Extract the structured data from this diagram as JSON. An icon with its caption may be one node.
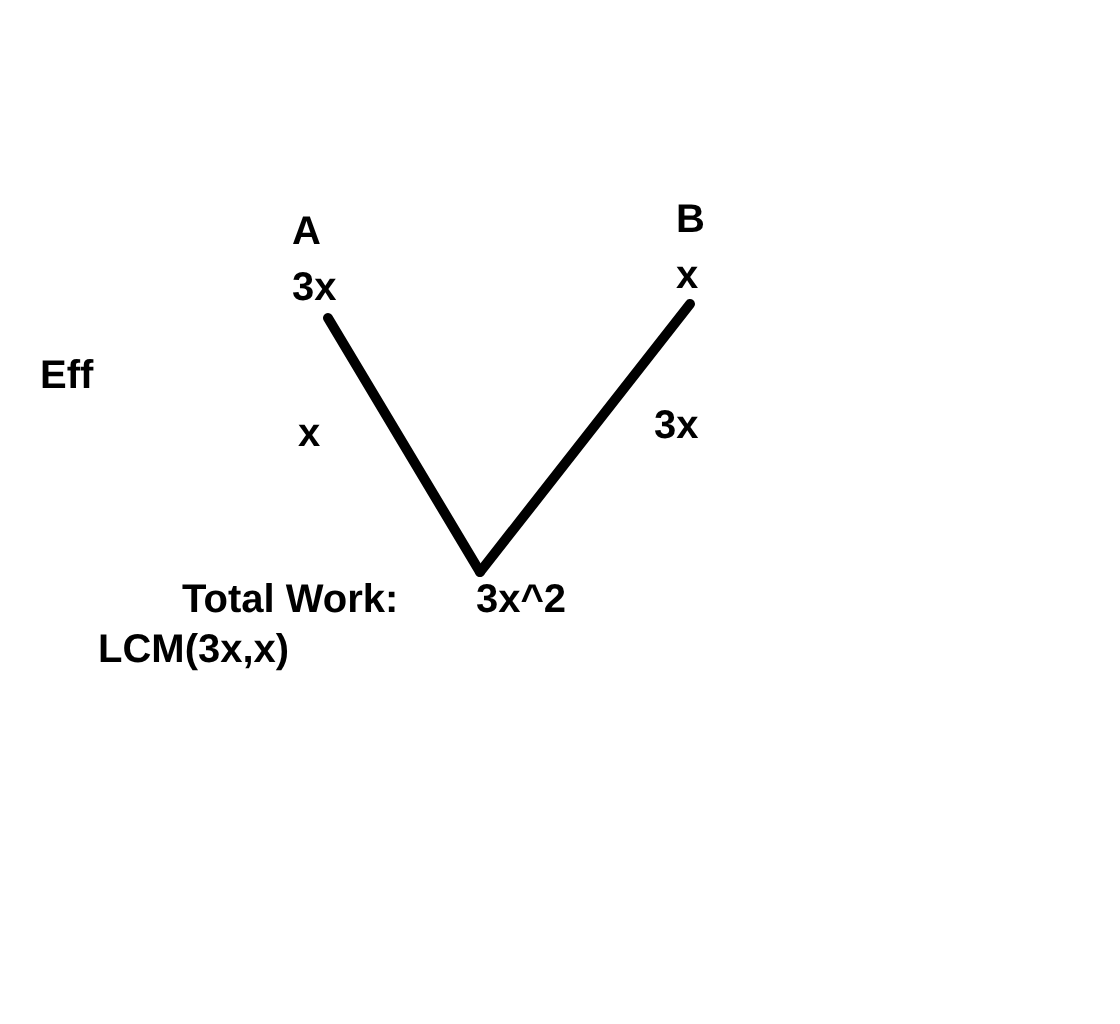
{
  "diagram": {
    "nodes": [
      {
        "text": [
          "A",
          "3x"
        ]
      },
      {
        "text": [
          "B",
          "x"
        ]
      },
      {
        "text": [
          "3x^2"
        ]
      }
    ],
    "edges": [
      {
        "from": 0,
        "to": 2,
        "arrow": "none"
      },
      {
        "from": 1,
        "to": 2,
        "arrow": "none"
      }
    ],
    "labels": [
      "Eff",
      "x",
      "3x",
      "Total Work:",
      "LCM(3x,x)"
    ]
  }
}
